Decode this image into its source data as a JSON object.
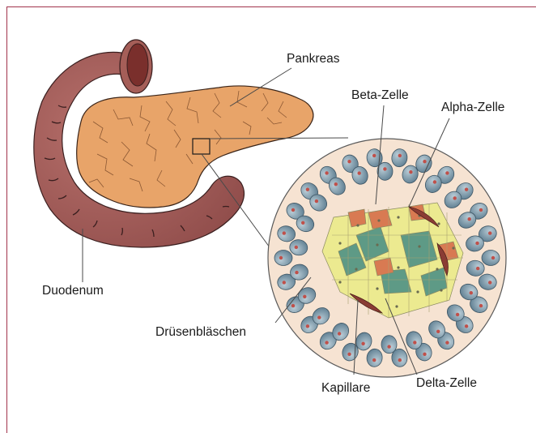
{
  "labels": {
    "pankreas": "Pankreas",
    "beta": "Beta-Zelle",
    "alpha": "Alpha-Zelle",
    "duodenum": "Duodenum",
    "druesen": "Drüsenbläschen",
    "kapillare": "Kapillare",
    "delta": "Delta-Zelle"
  },
  "colors": {
    "frame": "#a1334b",
    "duodenum": "#a45f5c",
    "pancreas": "#e8a469",
    "islet_background": "#f6e3d2",
    "acinar_cell": "#7a97a8",
    "beta_cell": "#ecea90",
    "alpha_cell": "#5e9a86",
    "delta_cell": "#d87a52",
    "capillary": "#8a3c34"
  }
}
